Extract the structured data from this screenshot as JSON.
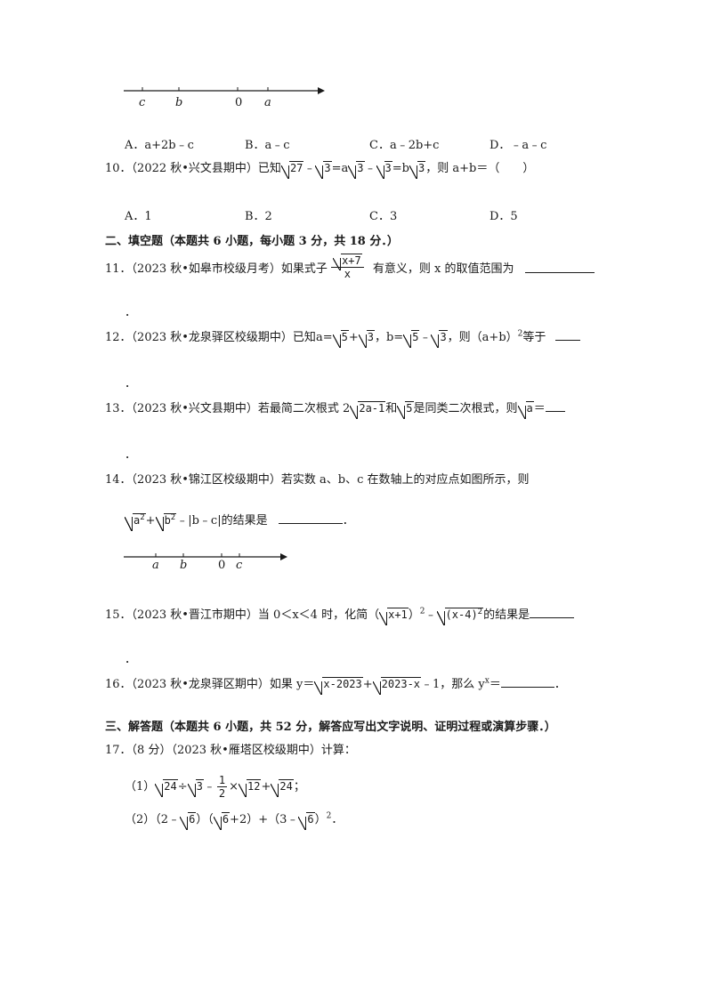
{
  "numberline1": {
    "labels": [
      "c",
      "b",
      "0",
      "a"
    ]
  },
  "q9_options": [
    "A．a+2b﹣c",
    "B．a﹣c",
    "C．a﹣2b+c",
    "D．﹣a﹣c"
  ],
  "q10": {
    "stem_prefix": "10．（2022 秋•兴文县期中）已知",
    "stem_suffix": "，则 a+b＝（　　）",
    "options": [
      "A．1",
      "B．2",
      "C．3",
      "D．5"
    ]
  },
  "section2_title": "二、填空题（本题共 6 小题，每小题 3 分，共 18 分．）",
  "q11": {
    "prefix": "11．（2023 秋•如皋市校级月考）如果式子",
    "suffix": "有意义，则 x 的取值范围为",
    "radicand": "x+7",
    "denominator": "x",
    "tail": "．"
  },
  "q12": {
    "prefix": "12．（2023 秋•龙泉驿区校级期中）已知",
    "suffix": "，则（a+b）",
    "exp": "2",
    "end": "等于",
    "tail": "．"
  },
  "q13": {
    "prefix": "13．（2023 秋•兴文县期中）若最简二次根式 2",
    "mid": "和",
    "suffix": "是同类二次根式，则",
    "eq": "＝",
    "tail": "．"
  },
  "q14": {
    "line1": "14．（2023 秋•锦江区校级期中）若实数 a、b、c 在数轴上的对应点如图所示，则",
    "suffix": "﹣|b﹣c|的结果是",
    "end": "．"
  },
  "numberline2": {
    "labels": [
      "a",
      "b",
      "0",
      "c"
    ]
  },
  "q15": {
    "prefix": "15．（2023 秋•晋江市期中）当 0＜x＜4 时，化简",
    "suffix": "的结果是",
    "tail": "．"
  },
  "q16": {
    "prefix": "16．（2023 秋•龙泉驿区期中）如果 y＝",
    "mid": "﹣1，那么 y",
    "exp": "x",
    "suffix": "＝",
    "end": "．"
  },
  "section3_title": "三、解答题（本题共 6 小题，共 52 分，解答应写出文字说明、证明过程或演算步骤．）",
  "q17": {
    "stem": "17．（8 分）（2023 秋•雁塔区校级期中）计算：",
    "p1_label": "（1）",
    "p2_label": "（2）"
  },
  "radicals": {
    "r27": "27",
    "r3": "3",
    "r5": "5",
    "r2a1": "2a-1",
    "ra": "a",
    "rx1": "x+1",
    "rx4": "(x-4)",
    "rx2023": "x-2023",
    "r2023x": "2023-x",
    "r24": "24",
    "r12": "12",
    "r6": "6",
    "ra2": "a",
    "rb2": "b"
  }
}
